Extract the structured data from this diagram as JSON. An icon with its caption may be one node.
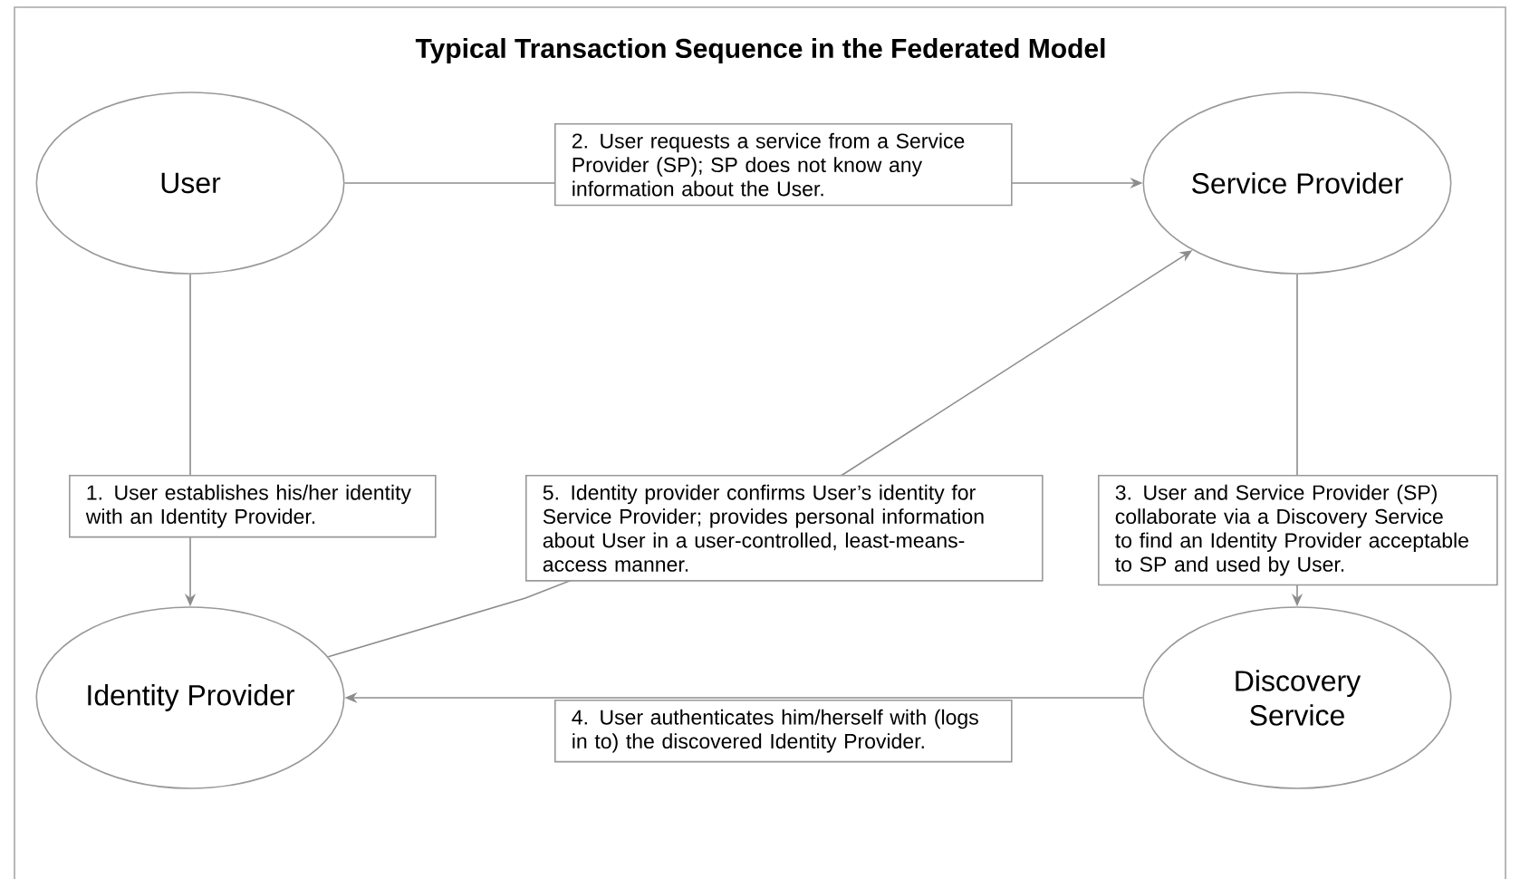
{
  "diagram": {
    "title": "Typical Transaction Sequence in the Federated Model",
    "nodes": [
      {
        "text": [
          "User"
        ]
      },
      {
        "text": [
          "Service Provider"
        ]
      },
      {
        "text": [
          "Identity Provider"
        ]
      },
      {
        "text": [
          "Discovery Service"
        ]
      }
    ],
    "edges": [
      {
        "from": 0,
        "to": 2,
        "arrow": "to",
        "label": "1. User establishes his/her identity with an Identity Provider."
      },
      {
        "from": 0,
        "to": 1,
        "arrow": "to",
        "label": "2. User requests a service from a Service Provider (SP); SP does not know any information about the User."
      },
      {
        "from": 1,
        "to": 3,
        "arrow": "to",
        "label": "3. User and Service Provider (SP) collaborate via a Discovery Service to find an Identity Provider acceptable to SP and used by User."
      },
      {
        "from": 3,
        "to": 2,
        "arrow": "to",
        "label": "4. User authenticates him/herself with (logs in to) the discovered Identity Provider."
      },
      {
        "from": 2,
        "to": 1,
        "arrow": "to",
        "label": "5. Identity provider confirms User’s identity for Service Provider; provides personal information about User in a user-controlled, least-means-access manner."
      }
    ]
  }
}
